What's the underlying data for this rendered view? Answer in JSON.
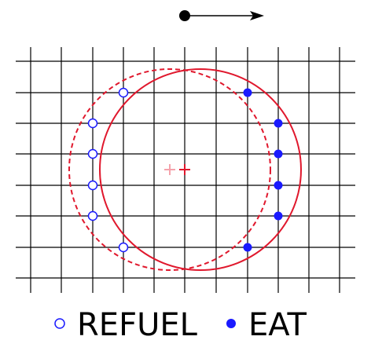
{
  "diagram": {
    "colors": {
      "grid": "#000000",
      "circle": "#e0182d",
      "cross_current": "#e0182d",
      "cross_previous": "#f5a3ac",
      "refuel_point": "#1a1aff",
      "eat_point": "#1a1aff",
      "arrow": "#000000"
    },
    "circle_styles": {
      "previous": "dashed",
      "current": "solid"
    },
    "point_sets": {
      "refuel": {
        "style": "hollow-circle"
      },
      "eat": {
        "style": "filled-circle"
      }
    },
    "icons": {
      "direction": "arrow-right-icon",
      "refuel": "hollow-dot-icon",
      "eat": "filled-dot-icon"
    }
  },
  "legend": {
    "refuel_label": "REFUEL",
    "eat_label": "EAT"
  }
}
